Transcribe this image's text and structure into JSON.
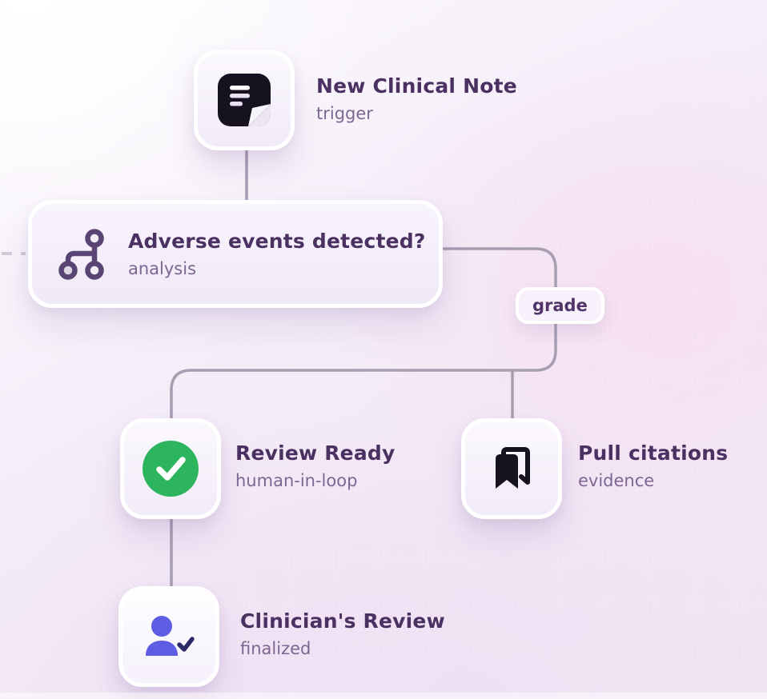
{
  "diagram": {
    "nodes": {
      "trigger": {
        "title": "New Clinical Note",
        "subtitle": "trigger",
        "icon": "note-icon"
      },
      "analysis": {
        "title": "Adverse events detected?",
        "subtitle": "analysis",
        "icon": "branch-icon"
      },
      "review": {
        "title": "Review Ready",
        "subtitle": "human-in-loop",
        "icon": "check-circle-icon"
      },
      "citations": {
        "title": "Pull citations",
        "subtitle": "evidence",
        "icon": "bookmarks-icon"
      },
      "clinician": {
        "title": "Clinician's Review",
        "subtitle": "finalized",
        "icon": "user-check-icon"
      }
    },
    "edge_labels": {
      "grade": "grade"
    },
    "colors": {
      "title_text": "#4a3162",
      "subtitle_text": "#7d6792",
      "connector": "#a89eb2",
      "dashed_stub": "#d2cbd8",
      "dark_icon": "#16121f",
      "branch_icon": "#5a4473",
      "success_green": "#2cb55c",
      "user_indigo": "#5d5ce2",
      "user_check_navy": "#2b2966",
      "card_border": "#ffffff",
      "grade_text": "#513468",
      "background_lavender": "#efe4f3"
    }
  }
}
